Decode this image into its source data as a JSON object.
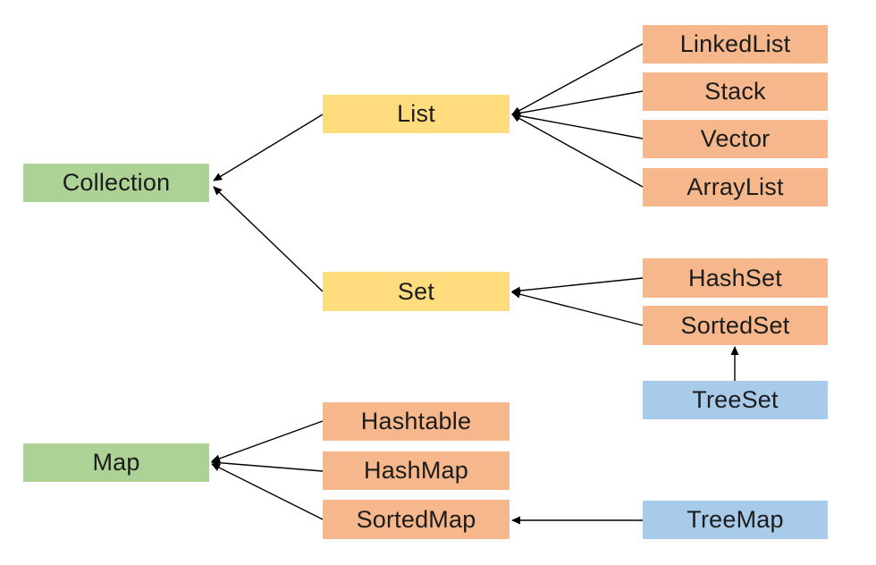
{
  "diagram": {
    "kind": "hierarchy-diagram",
    "background_color": "#ffffff",
    "line_color": "#000000",
    "text_color": "#1c1c1c",
    "node_colors": {
      "interface_root": "#acd295",
      "sub_interface": "#ffdd7e",
      "implementation": "#f5b78b",
      "tree_class": "#a8cbe9"
    },
    "nodes": {
      "collection": {
        "label": "Collection",
        "color": "#acd295"
      },
      "list": {
        "label": "List",
        "color": "#ffdd7e"
      },
      "set": {
        "label": "Set",
        "color": "#ffdd7e"
      },
      "linkedlist": {
        "label": "LinkedList",
        "color": "#f5b78b"
      },
      "stack": {
        "label": "Stack",
        "color": "#f5b78b"
      },
      "vector": {
        "label": "Vector",
        "color": "#f5b78b"
      },
      "arraylist": {
        "label": "ArrayList",
        "color": "#f5b78b"
      },
      "hashset": {
        "label": "HashSet",
        "color": "#f5b78b"
      },
      "sortedset": {
        "label": "SortedSet",
        "color": "#f5b78b"
      },
      "treeset": {
        "label": "TreeSet",
        "color": "#a8cbe9"
      },
      "map": {
        "label": "Map",
        "color": "#acd295"
      },
      "hashtable": {
        "label": "Hashtable",
        "color": "#f5b78b"
      },
      "hashmap": {
        "label": "HashMap",
        "color": "#f5b78b"
      },
      "sortedmap": {
        "label": "SortedMap",
        "color": "#f5b78b"
      },
      "treemap": {
        "label": "TreeMap",
        "color": "#a8cbe9"
      }
    },
    "edges": [
      {
        "from": "List",
        "to": "Collection"
      },
      {
        "from": "Set",
        "to": "Collection"
      },
      {
        "from": "LinkedList",
        "to": "List"
      },
      {
        "from": "Stack",
        "to": "List"
      },
      {
        "from": "Vector",
        "to": "List"
      },
      {
        "from": "ArrayList",
        "to": "List"
      },
      {
        "from": "HashSet",
        "to": "Set"
      },
      {
        "from": "SortedSet",
        "to": "Set"
      },
      {
        "from": "TreeSet",
        "to": "SortedSet"
      },
      {
        "from": "Hashtable",
        "to": "Map"
      },
      {
        "from": "HashMap",
        "to": "Map"
      },
      {
        "from": "SortedMap",
        "to": "Map"
      },
      {
        "from": "TreeMap",
        "to": "SortedMap"
      }
    ]
  }
}
